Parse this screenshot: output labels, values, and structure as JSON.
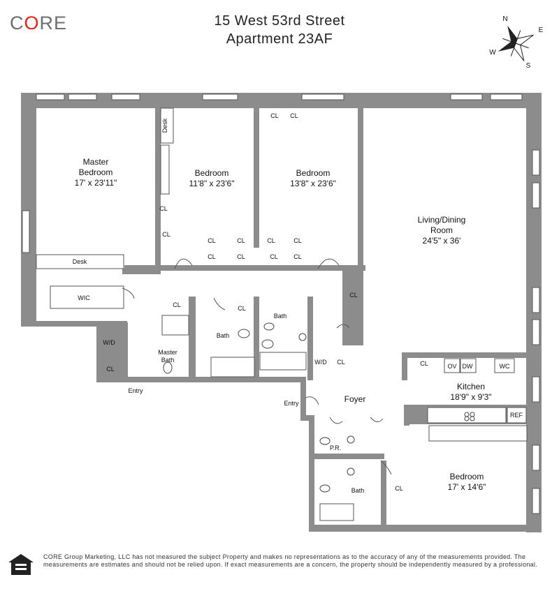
{
  "brand": {
    "logo_text": "CORE"
  },
  "header": {
    "address": "15 West 53rd Street",
    "unit": "Apartment 23AF"
  },
  "compass": {
    "n": "N",
    "e": "E",
    "s": "S",
    "w": "W"
  },
  "rooms": {
    "master_bedroom": {
      "name1": "Master",
      "name2": "Bedroom",
      "dims": "17' x 23'11\""
    },
    "bedroom_2": {
      "name": "Bedroom",
      "dims": "11'8\" x 23'6\""
    },
    "bedroom_3": {
      "name": "Bedroom",
      "dims": "13'8\" x 23'6\""
    },
    "living": {
      "name1": "Living/Dining",
      "name2": "Room",
      "dims": "24'5\" x 36'"
    },
    "kitchen": {
      "name": "Kitchen",
      "dims": "18'9\" x 9'3\""
    },
    "bedroom_4": {
      "name": "Bedroom",
      "dims": "17' x 14'6\""
    },
    "foyer": "Foyer",
    "bath": "Bath",
    "master_bath1": "Master",
    "master_bath2": "Bath",
    "powder": "P.R.",
    "wic": "WIC",
    "desk": "Desk",
    "entry": "Entry",
    "closet": "CL",
    "washer_dryer": "W/D",
    "oven": "OV",
    "dishwasher": "DW",
    "wine_cooler": "WC",
    "refrigerator": "REF"
  },
  "footer": {
    "disclaimer": "CORE Group Marketing, LLC has not measured the subject Property and makes no representations as to the accuracy of any of the measurements provided. The measurements are estimates and should not be relied upon. If exact measurements are a concern, the property should be independently measured by a professional."
  },
  "colors": {
    "wall": "#8c8c8c",
    "line": "#555555",
    "brand_red": "#e2231a",
    "brand_gray": "#6d6e71"
  }
}
